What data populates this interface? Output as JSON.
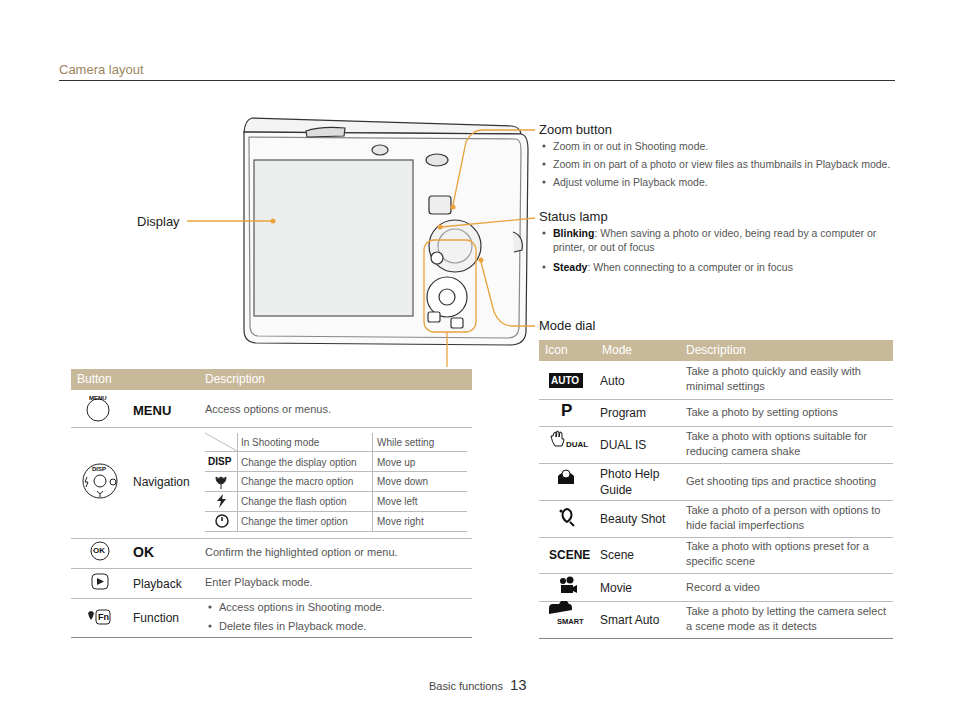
{
  "diagram": {
    "title": "Camera layout",
    "nodes": [
      {
        "text": [
          "Button",
          "Description"
        ]
      },
      {
        "text": [
          "Icon",
          "Mode",
          "Description"
        ]
      }
    ],
    "labels": [
      "Display",
      "Zoom button",
      "Zoom in or out in Shooting mode.",
      "Zoom in on part of a photo or view files as thumbnails in Playback mode.",
      "Adjust volume in Playback mode.",
      "Status lamp",
      "Blinking",
      ": When saving a photo or video, being read by a computer or printer, or out of focus",
      "Steady",
      ": When connecting to a computer or in focus",
      "Mode dial",
      "MENU",
      "MENU",
      "Access options or menus.",
      "DISP",
      "Navigation",
      "In Shooting mode",
      "While setting",
      "DISP",
      "Change the display option",
      "Move up",
      "Change the macro option",
      "Move down",
      "Change the flash option",
      "Move left",
      "Change the timer option",
      "Move right",
      "OK",
      "OK",
      "Confirm the highlighted option or menu.",
      "Playback",
      "Enter Playback mode.",
      "Fn",
      "Function",
      "Access options in Shooting mode.",
      "Delete files in Playback mode.",
      "AUTO",
      "Auto",
      "Take a photo quickly and easily with minimal settings",
      "P",
      "Program",
      "Take a photo by setting options",
      "DUAL",
      "DUAL IS",
      "Take a photo with options suitable for reducing camera shake",
      "Photo Help Guide",
      "Get shooting tips and practice shooting",
      "Beauty Shot",
      "Take a photo of a person with options to hide facial imperfections",
      "SCENE",
      "Scene",
      "Take a photo with options preset for a specific scene",
      "Movie",
      "Record a video",
      "SMART",
      "Smart Auto",
      "Take a photo by letting the camera select a scene mode as it detects",
      "Basic functions",
      "13"
    ]
  }
}
